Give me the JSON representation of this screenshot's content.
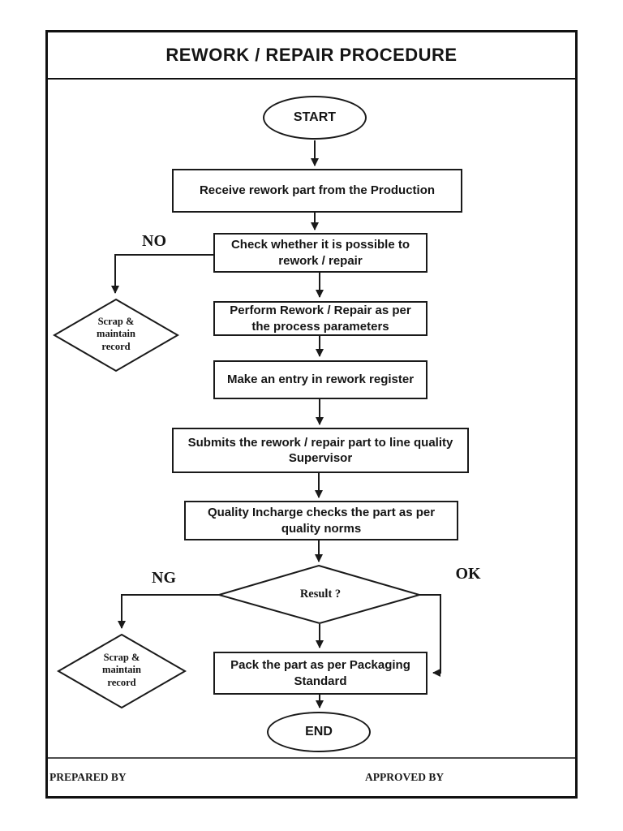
{
  "title": "REWORK / REPAIR PROCEDURE",
  "flowchart": {
    "start": "START",
    "end": "END",
    "steps": {
      "receive": "Receive rework part from the Production",
      "check": {
        "lines": [
          "Check whether it is possible to",
          "rework / repair"
        ]
      },
      "perform": {
        "lines": [
          "Perform Rework / Repair as per",
          "the process parameters"
        ]
      },
      "register": "Make an entry in rework register",
      "submit": {
        "lines": [
          "Submits the rework / repair part to line quality",
          "Supervisor"
        ]
      },
      "quality": {
        "lines": [
          "Quality Incharge checks the part as per",
          "quality norms"
        ]
      },
      "pack": {
        "lines": [
          "Pack the part as per Packaging",
          "Standard"
        ]
      }
    },
    "decision": {
      "label": "Result ?"
    },
    "scrap_left": {
      "lines": [
        "Scrap &",
        "maintain",
        "record"
      ]
    },
    "scrap_bottom": {
      "lines": [
        "Scrap &",
        "maintain",
        "record"
      ]
    },
    "branch_labels": {
      "no": "NO",
      "ng": "NG",
      "ok": "OK"
    }
  },
  "footer": {
    "prepared_by": "PREPARED BY",
    "approved_by": "APPROVED BY"
  },
  "colors": {
    "ink": "#1a1a1a",
    "footer_divider": "#4d4d4d",
    "background": "#ffffff"
  }
}
